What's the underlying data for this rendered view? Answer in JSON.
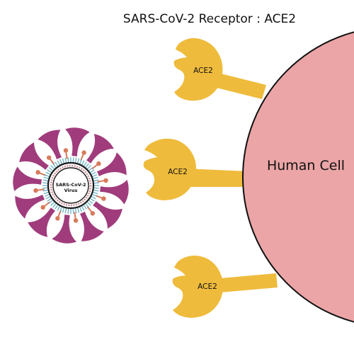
{
  "diagram": {
    "title": "SARS-CoV-2 Receptor : ACE2",
    "cell_label": "Human Cell",
    "virus_label_line1": "SARS-CoV-2",
    "virus_label_line2": "Virus",
    "receptors": [
      {
        "label": "ACE2"
      },
      {
        "label": "ACE2"
      },
      {
        "label": "ACE2"
      }
    ]
  },
  "colors": {
    "cell_fill": "#eba5a6",
    "cell_stroke": "#111111",
    "receptor": "#eebb3c",
    "spike": "#a03c7c",
    "membrane_protein": "#d87a5a",
    "envelope": "#6aafc4",
    "rna": "#d0909a"
  }
}
